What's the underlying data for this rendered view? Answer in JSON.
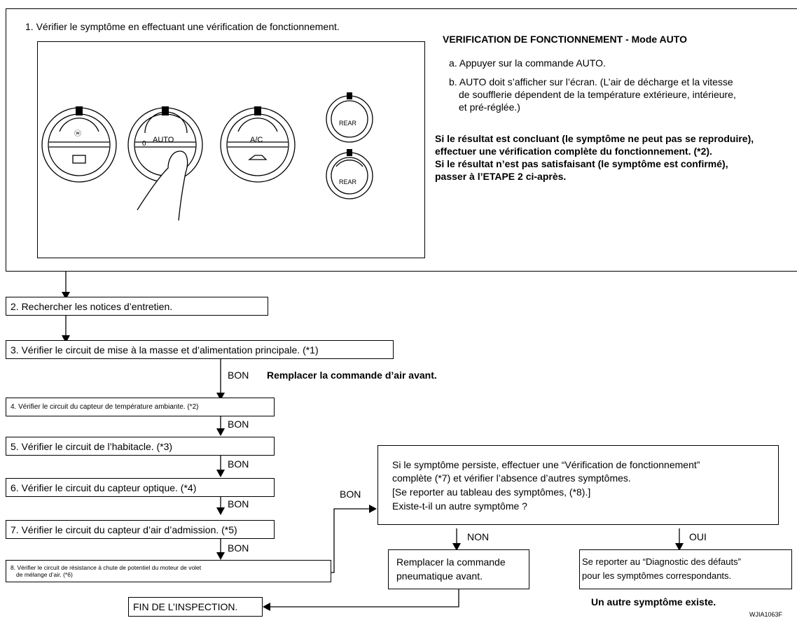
{
  "top": {
    "step1": "1. Vérifier le symptôme en effectuant une vérification de fonctionnement.",
    "panel_labels": {
      "auto": "AUTO",
      "ac": "A/C",
      "rear": "REAR",
      "rear2": "REAR",
      "zero": "0"
    },
    "op_check": {
      "title": "VERIFICATION DE FONCTIONNEMENT - Mode AUTO",
      "a": "a. Appuyer sur la commande AUTO.",
      "b1": "b. AUTO doit s’afficher sur l’écran. (L’air de décharge et la vitesse",
      "b2": "de soufflerie dépendent de la température extérieure, intérieure,",
      "b3": "et pré-réglée.)",
      "r1": "Si le résultat est concluant (le symptôme ne peut pas se reproduire),",
      "r2": "effectuer une vérification complète du fonctionnement. (*2).",
      "r3": "Si le résultat n’est pas satisfaisant (le symptôme est confirmé),",
      "r4": "passer à l’ETAPE 2 ci-après."
    }
  },
  "flow": {
    "step2": "2. Rechercher les notices d’entretien.",
    "step3": "3. Vérifier le circuit de mise à la masse et d’alimentation principale. (*1)",
    "step4": "4. Vérifier le circuit du capteur de température ambiante. (*2)",
    "step5": "5. Vérifier le circuit de l’habitacle. (*3)",
    "step6": "6. Vérifier le circuit du capteur optique. (*4)",
    "step7": "7. Vérifier le circuit du capteur d’air d’admission. (*5)",
    "step8_l1": "8. Vérifier le circuit de résistance à chute de potentiel  du moteur de volet",
    "step8_l2": "de mélange d’air. (*6)",
    "bon": "BON",
    "replace_front": "Remplacer la commande d’air avant.",
    "persist_l1": "Si le symptôme persiste, effectuer une “Vérification de fonctionnement”",
    "persist_l2": "complète (*7) et vérifier l’absence d’autres symptômes.",
    "persist_l3": "[Se reporter au tableau des symptômes, (*8).]",
    "persist_l4": "Existe-t-il un autre symptôme ?",
    "non": "NON",
    "oui": "OUI",
    "pneu_l1": "Remplacer la commande",
    "pneu_l2": "pneumatique avant.",
    "diag_l1": "Se reporter au “Diagnostic des défauts”",
    "diag_l2": "pour les symptômes correspondants.",
    "other": "Un autre symptôme existe.",
    "end": "FIN DE L’INSPECTION.",
    "code": "WJIA1063F"
  }
}
